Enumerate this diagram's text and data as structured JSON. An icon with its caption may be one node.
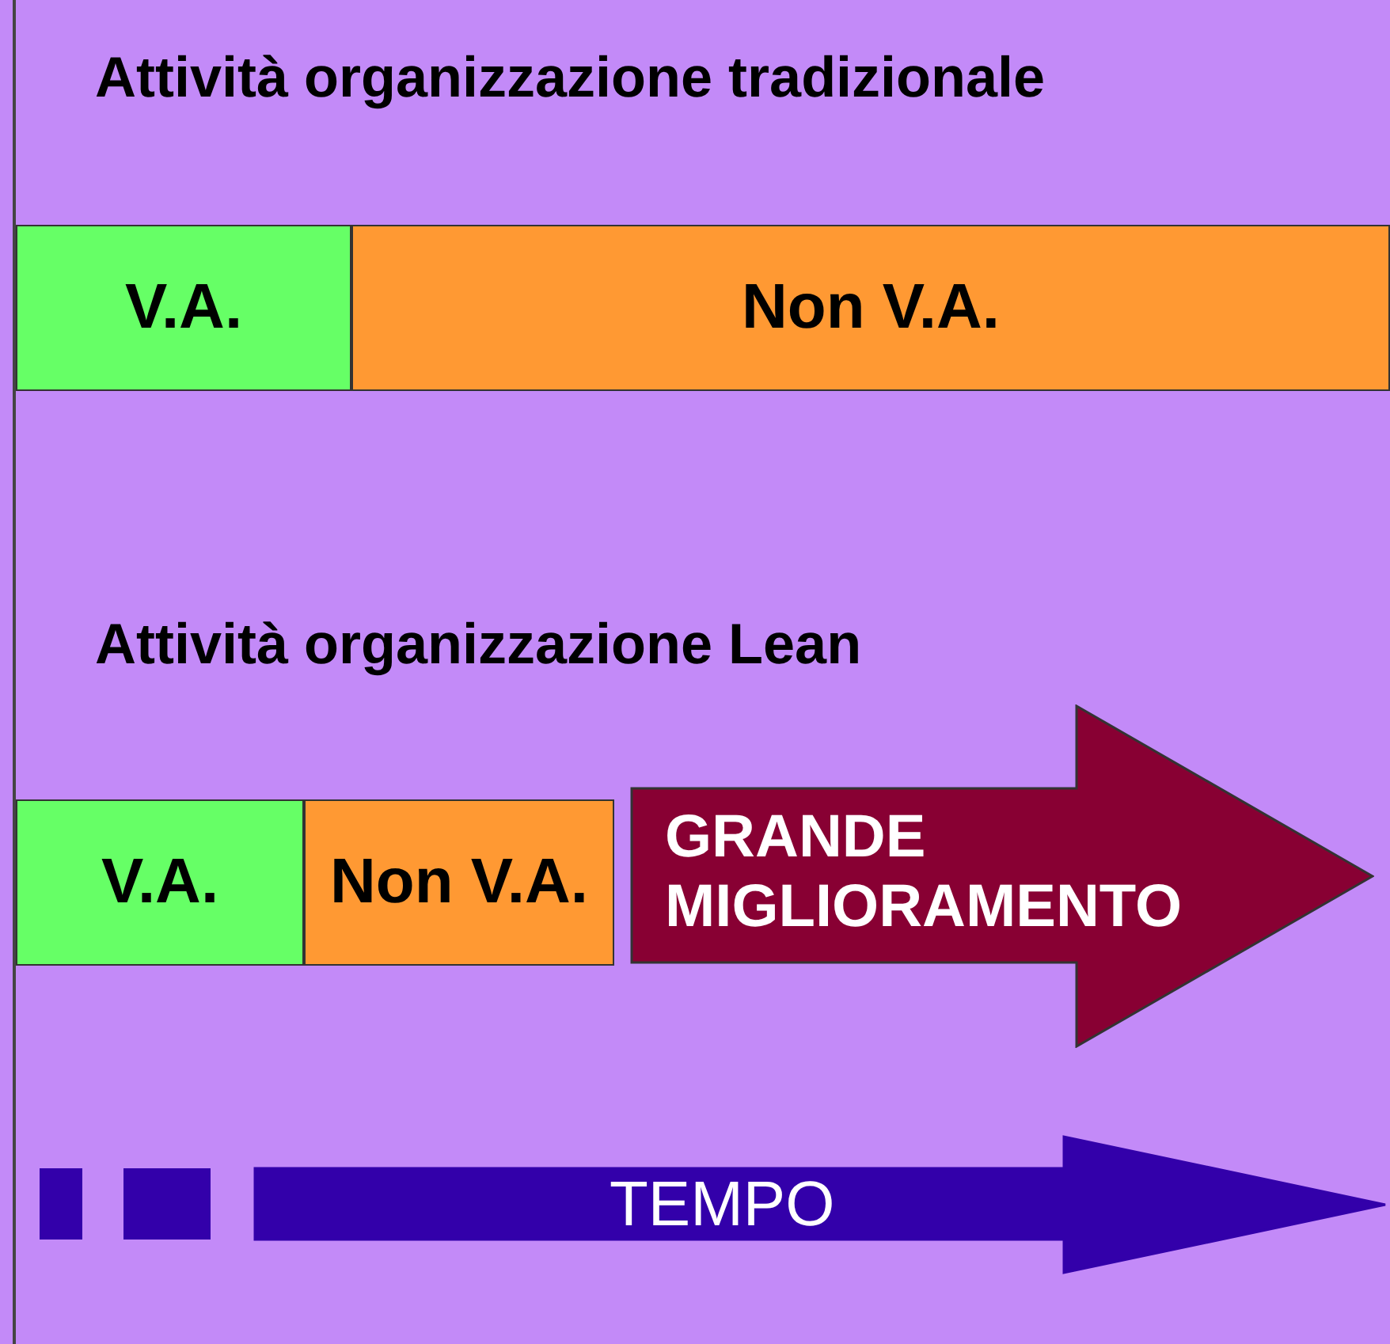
{
  "diagram": {
    "nodes": [
      {
        "text": [
          "V.A."
        ]
      },
      {
        "text": [
          "Non V.A."
        ]
      },
      {
        "text": [
          "V.A."
        ]
      },
      {
        "text": [
          "Non V.A."
        ]
      },
      {
        "text": [
          "GRANDE MIGLIORAMENTO"
        ]
      },
      {
        "text": [
          "TEMPO"
        ]
      }
    ],
    "labels": [
      "Attività organizzazione tradizionale",
      "Attività organizzazione Lean"
    ]
  }
}
